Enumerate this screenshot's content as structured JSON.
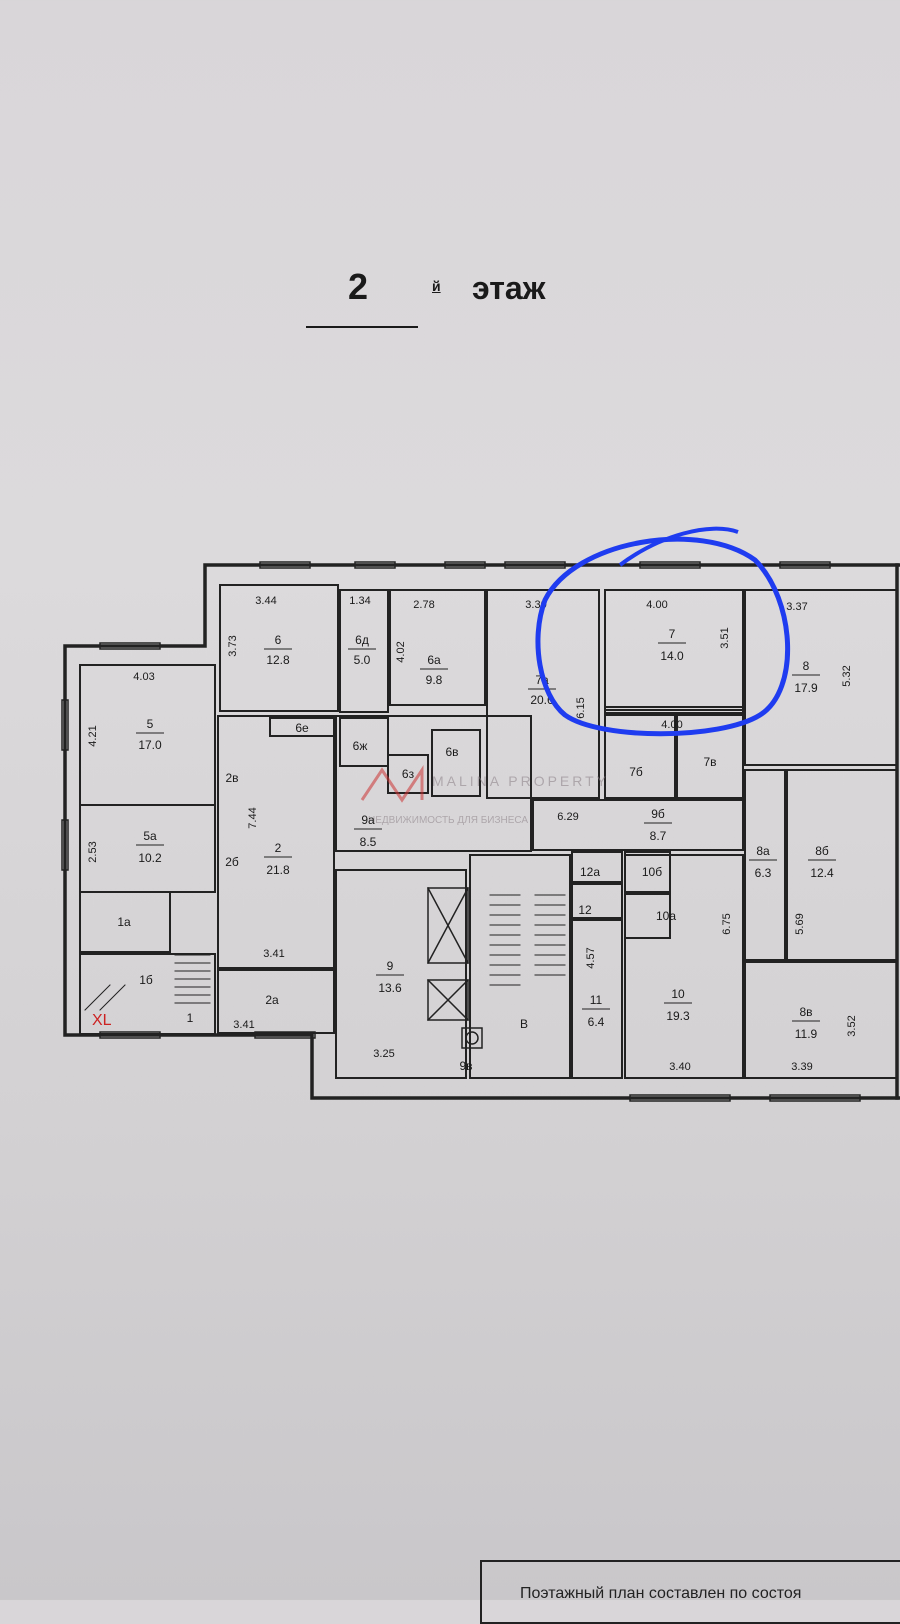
{
  "header": {
    "floor_number": "2",
    "floor_suffix": "й",
    "floor_word": "этаж"
  },
  "watermark": {
    "brand": "MALINA PROPERTY",
    "tagline": "НЕДВИЖИМОСТЬ ДЛЯ БИЗНЕСА"
  },
  "corner_mark": "XL",
  "footer": {
    "text": "Поэтажный план составлен по состоя"
  },
  "highlight_color": "#1f3cf0",
  "rooms": [
    {
      "id": "r6",
      "name": "6",
      "area": "12.8"
    },
    {
      "id": "r6d",
      "name": "6д",
      "area": "5.0"
    },
    {
      "id": "r6a",
      "name": "6а",
      "area": "9.8"
    },
    {
      "id": "r7a",
      "name": "7а",
      "area": "20.6"
    },
    {
      "id": "r7",
      "name": "7",
      "area": "14.0"
    },
    {
      "id": "r8",
      "name": "8",
      "area": "17.9"
    },
    {
      "id": "r5",
      "name": "5",
      "area": "17.0"
    },
    {
      "id": "r5a",
      "name": "5а",
      "area": "10.2"
    },
    {
      "id": "r2",
      "name": "2",
      "area": "21.8"
    },
    {
      "id": "r9a",
      "name": "9а",
      "area": "8.5"
    },
    {
      "id": "r9b",
      "name": "9б",
      "area": "8.7"
    },
    {
      "id": "r8a",
      "name": "8а",
      "area": "6.3"
    },
    {
      "id": "r8b",
      "name": "8б",
      "area": "12.4"
    },
    {
      "id": "r9",
      "name": "9",
      "area": "13.6"
    },
    {
      "id": "r11",
      "name": "11",
      "area": "6.4"
    },
    {
      "id": "r10",
      "name": "10",
      "area": "19.3"
    },
    {
      "id": "r8v",
      "name": "8в",
      "area": "11.9"
    }
  ],
  "labels": [
    {
      "id": "l6e",
      "text": "6е"
    },
    {
      "id": "l6zh",
      "text": "6ж"
    },
    {
      "id": "l6z",
      "text": "6з"
    },
    {
      "id": "l6v",
      "text": "6в"
    },
    {
      "id": "l7b",
      "text": "7б"
    },
    {
      "id": "l7v",
      "text": "7в"
    },
    {
      "id": "l2v",
      "text": "2в"
    },
    {
      "id": "l2b",
      "text": "2б"
    },
    {
      "id": "l12a",
      "text": "12а"
    },
    {
      "id": "l10b",
      "text": "10б"
    },
    {
      "id": "l12",
      "text": "12"
    },
    {
      "id": "l10a",
      "text": "10а"
    },
    {
      "id": "l1a",
      "text": "1а"
    },
    {
      "id": "l1b",
      "text": "1б"
    },
    {
      "id": "l1",
      "text": "1"
    },
    {
      "id": "l2a",
      "text": "2а"
    },
    {
      "id": "lB",
      "text": "В"
    },
    {
      "id": "l9v",
      "text": "9в"
    }
  ],
  "dimensions": [
    {
      "id": "d344",
      "text": "3.44"
    },
    {
      "id": "d134",
      "text": "1.34"
    },
    {
      "id": "d278",
      "text": "2.78"
    },
    {
      "id": "d330",
      "text": "3.30"
    },
    {
      "id": "d400t",
      "text": "4.00"
    },
    {
      "id": "d337",
      "text": "3.37"
    },
    {
      "id": "d373",
      "text": "3.73"
    },
    {
      "id": "d402",
      "text": "4.02"
    },
    {
      "id": "d351",
      "text": "3.51"
    },
    {
      "id": "d532",
      "text": "5.32"
    },
    {
      "id": "d615",
      "text": "6.15"
    },
    {
      "id": "d400b",
      "text": "4.00"
    },
    {
      "id": "d403",
      "text": "4.03"
    },
    {
      "id": "d421",
      "text": "4.21"
    },
    {
      "id": "d744",
      "text": "7.44"
    },
    {
      "id": "d629",
      "text": "6.29"
    },
    {
      "id": "d253",
      "text": "2.53"
    },
    {
      "id": "d675",
      "text": "6.75"
    },
    {
      "id": "d569",
      "text": "5.69"
    },
    {
      "id": "d341a",
      "text": "3.41"
    },
    {
      "id": "d457",
      "text": "4.57"
    },
    {
      "id": "d341b",
      "text": "3.41"
    },
    {
      "id": "d325",
      "text": "3.25"
    },
    {
      "id": "d340",
      "text": "3.40"
    },
    {
      "id": "d339",
      "text": "3.39"
    },
    {
      "id": "d352",
      "text": "3.52"
    }
  ]
}
